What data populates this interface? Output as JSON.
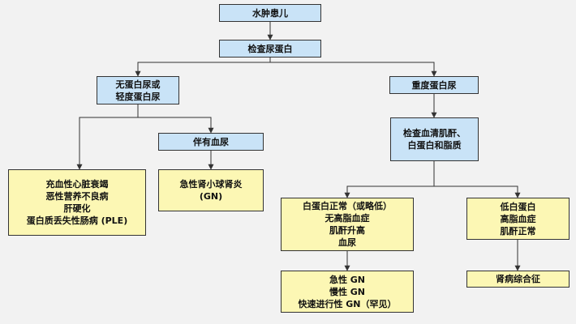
{
  "nodes": {
    "edema_child": {
      "lines": [
        "水肿患儿"
      ]
    },
    "check_urine_protein": {
      "lines": [
        "检查尿蛋白"
      ]
    },
    "no_or_mild_proteinuria": {
      "lines": [
        "无蛋白尿或",
        "轻度蛋白尿"
      ]
    },
    "heavy_proteinuria": {
      "lines": [
        "重度蛋白尿"
      ]
    },
    "with_hematuria": {
      "lines": [
        "伴有血尿"
      ]
    },
    "check_serum": {
      "lines": [
        "检查血清肌酐、",
        "白蛋白和脂质"
      ]
    },
    "non_renal_causes": {
      "lines": [
        "充血性心脏衰竭",
        "恶性营养不良病",
        "肝硬化",
        "蛋白质丢失性肠病 (PLE)"
      ]
    },
    "acute_gn": {
      "lines": [
        "急性肾小球肾炎",
        "(GN)"
      ]
    },
    "normal_albumin": {
      "lines": [
        "白蛋白正常（或略低）",
        "无高脂血症",
        "肌酐升高",
        "血尿"
      ]
    },
    "low_albumin": {
      "lines": [
        "低白蛋白",
        "高脂血症",
        "肌酐正常"
      ]
    },
    "gn_types": {
      "lines": [
        "急性 GN",
        "慢性 GN",
        "快速进行性 GN（罕见）"
      ]
    },
    "nephrotic_syndrome": {
      "lines": [
        "肾病综合征"
      ]
    }
  },
  "colors": {
    "question_fill": "#c9e3f7",
    "outcome_fill": "#fcf7b4",
    "border": "#333333",
    "connector": "#333333",
    "background": "#f2f2f2"
  }
}
